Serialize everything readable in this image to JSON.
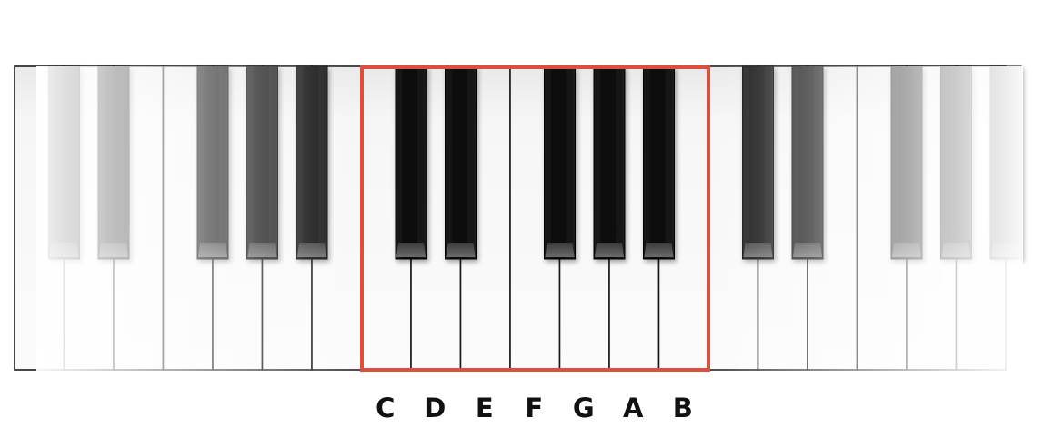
{
  "keyboard": {
    "white_key_count": 20,
    "highlight_color": "#d9503f",
    "highlight_start_key": 7,
    "highlight_key_count": 7,
    "black_keys_after_white": [
      0,
      1,
      3,
      4,
      5,
      7,
      8,
      10,
      11,
      12,
      14,
      15,
      17,
      18,
      19
    ]
  },
  "labels": {
    "notes": [
      "C",
      "D",
      "E",
      "F",
      "G",
      "A",
      "B"
    ]
  }
}
